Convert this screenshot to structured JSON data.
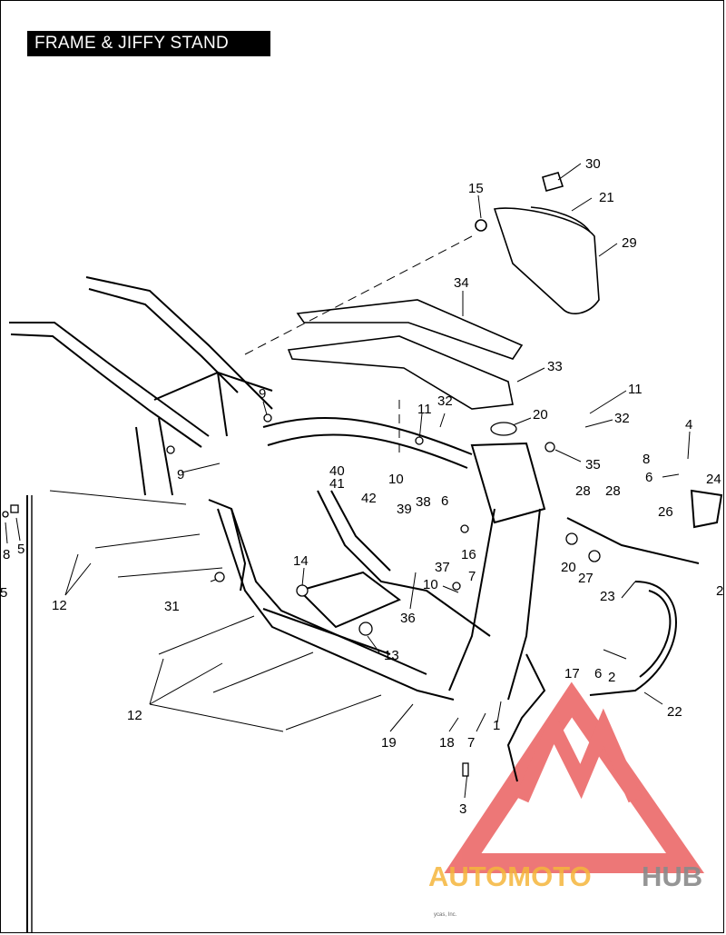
{
  "title": "FRAME & JIFFY STAND",
  "callouts": [
    {
      "id": "c30",
      "label": "30"
    },
    {
      "id": "c15",
      "label": "15"
    },
    {
      "id": "c21",
      "label": "21"
    },
    {
      "id": "c29",
      "label": "29"
    },
    {
      "id": "c34",
      "label": "34"
    },
    {
      "id": "c33",
      "label": "33"
    },
    {
      "id": "c9a",
      "label": "9"
    },
    {
      "id": "c11a",
      "label": "11"
    },
    {
      "id": "c32a",
      "label": "32"
    },
    {
      "id": "c20a",
      "label": "20"
    },
    {
      "id": "c11b",
      "label": "11"
    },
    {
      "id": "c32b",
      "label": "32"
    },
    {
      "id": "c4",
      "label": "4"
    },
    {
      "id": "c8a",
      "label": "8"
    },
    {
      "id": "c6a",
      "label": "6"
    },
    {
      "id": "c24",
      "label": "24"
    },
    {
      "id": "c26",
      "label": "26"
    },
    {
      "id": "c35",
      "label": "35"
    },
    {
      "id": "c9b",
      "label": "9"
    },
    {
      "id": "c40",
      "label": "40"
    },
    {
      "id": "c41",
      "label": "41"
    },
    {
      "id": "c10a",
      "label": "10"
    },
    {
      "id": "c42",
      "label": "42"
    },
    {
      "id": "c39",
      "label": "39"
    },
    {
      "id": "c38",
      "label": "38"
    },
    {
      "id": "c6b",
      "label": "6"
    },
    {
      "id": "c28a",
      "label": "28"
    },
    {
      "id": "c28b",
      "label": "28"
    },
    {
      "id": "c8b",
      "label": "8"
    },
    {
      "id": "c5a",
      "label": "5"
    },
    {
      "id": "c5b",
      "label": "5"
    },
    {
      "id": "c12a",
      "label": "12"
    },
    {
      "id": "c31",
      "label": "31"
    },
    {
      "id": "c14",
      "label": "14"
    },
    {
      "id": "c16",
      "label": "16"
    },
    {
      "id": "c37",
      "label": "37"
    },
    {
      "id": "c7a",
      "label": "7"
    },
    {
      "id": "c10b",
      "label": "10"
    },
    {
      "id": "c20b",
      "label": "20"
    },
    {
      "id": "c27",
      "label": "27"
    },
    {
      "id": "c23",
      "label": "23"
    },
    {
      "id": "c2a",
      "label": "2"
    },
    {
      "id": "c36",
      "label": "36"
    },
    {
      "id": "c13",
      "label": "13"
    },
    {
      "id": "c17",
      "label": "17"
    },
    {
      "id": "c6c",
      "label": "6"
    },
    {
      "id": "c2b",
      "label": "2"
    },
    {
      "id": "c22",
      "label": "22"
    },
    {
      "id": "c12b",
      "label": "12"
    },
    {
      "id": "c19",
      "label": "19"
    },
    {
      "id": "c18",
      "label": "18"
    },
    {
      "id": "c7b",
      "label": "7"
    },
    {
      "id": "c1",
      "label": "1"
    },
    {
      "id": "c3",
      "label": "3"
    }
  ],
  "watermark": {
    "part1": "AUTOMOTO",
    "part2": "HUB",
    "color1": "#f5b63c",
    "color2": "#8a8a8a",
    "logo_color": "#e84a4a"
  },
  "footer_text": "ycas, Inc."
}
